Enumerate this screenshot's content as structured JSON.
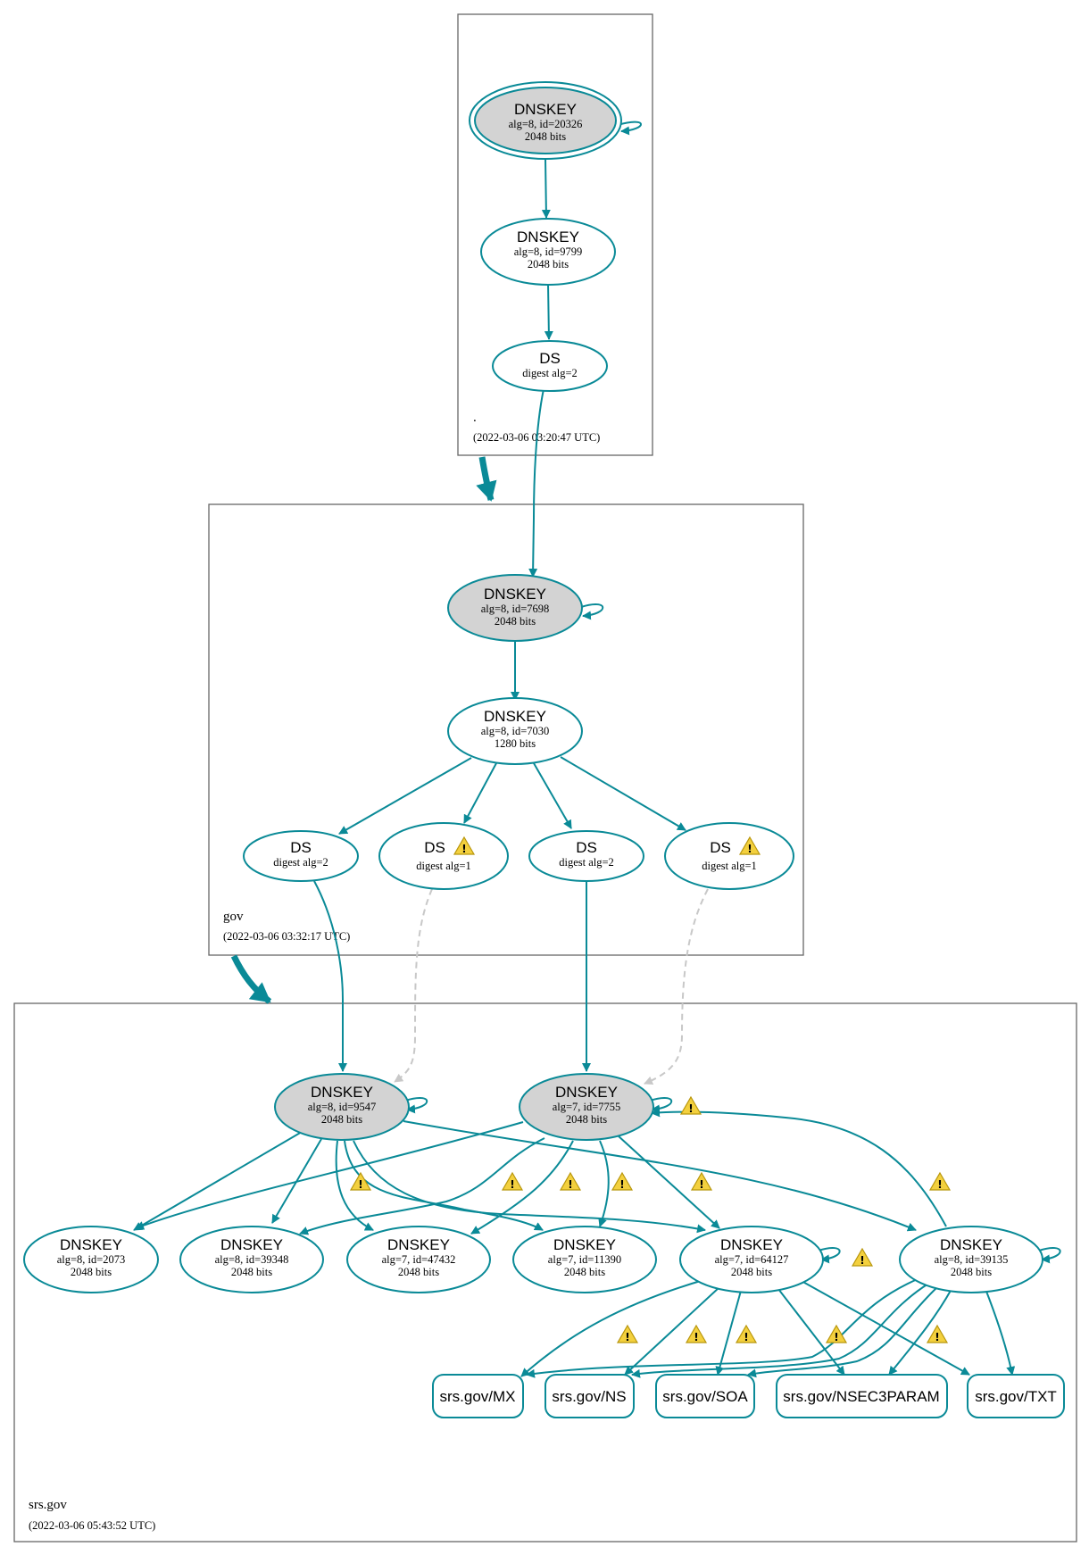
{
  "zones": [
    {
      "id": "root",
      "name": ".",
      "timestamp": "(2022-03-06 03:20:47 UTC)"
    },
    {
      "id": "gov",
      "name": "gov",
      "timestamp": "(2022-03-06 03:32:17 UTC)"
    },
    {
      "id": "srs",
      "name": "srs.gov",
      "timestamp": "(2022-03-06 05:43:52 UTC)"
    }
  ],
  "nodes": {
    "root_ksk": {
      "title": "DNSKEY",
      "line1": "alg=8, id=20326",
      "line2": "2048 bits",
      "sep": true,
      "trust_anchor": true
    },
    "root_zsk": {
      "title": "DNSKEY",
      "line1": "alg=8, id=9799",
      "line2": "2048 bits"
    },
    "root_ds": {
      "title": "DS",
      "line1": "digest alg=2"
    },
    "gov_ksk": {
      "title": "DNSKEY",
      "line1": "alg=8, id=7698",
      "line2": "2048 bits",
      "sep": true
    },
    "gov_zsk": {
      "title": "DNSKEY",
      "line1": "alg=8, id=7030",
      "line2": "1280 bits"
    },
    "gov_ds1": {
      "title": "DS",
      "line1": "digest alg=2"
    },
    "gov_ds2": {
      "title": "DS",
      "line1": "digest alg=1",
      "warning": true
    },
    "gov_ds3": {
      "title": "DS",
      "line1": "digest alg=2"
    },
    "gov_ds4": {
      "title": "DS",
      "line1": "digest alg=1",
      "warning": true
    },
    "srs_ksk1": {
      "title": "DNSKEY",
      "line1": "alg=8, id=9547",
      "line2": "2048 bits",
      "sep": true
    },
    "srs_ksk2": {
      "title": "DNSKEY",
      "line1": "alg=7, id=7755",
      "line2": "2048 bits",
      "sep": true
    },
    "srs_k2073": {
      "title": "DNSKEY",
      "line1": "alg=8, id=2073",
      "line2": "2048 bits"
    },
    "srs_k39348": {
      "title": "DNSKEY",
      "line1": "alg=8, id=39348",
      "line2": "2048 bits"
    },
    "srs_k47432": {
      "title": "DNSKEY",
      "line1": "alg=7, id=47432",
      "line2": "2048 bits"
    },
    "srs_k11390": {
      "title": "DNSKEY",
      "line1": "alg=7, id=11390",
      "line2": "2048 bits"
    },
    "srs_k64127": {
      "title": "DNSKEY",
      "line1": "alg=7, id=64127",
      "line2": "2048 bits"
    },
    "srs_k39135": {
      "title": "DNSKEY",
      "line1": "alg=8, id=39135",
      "line2": "2048 bits"
    }
  },
  "rrsets": {
    "mx": "srs.gov/MX",
    "ns": "srs.gov/NS",
    "soa": "srs.gov/SOA",
    "nsec3param": "srs.gov/NSEC3PARAM",
    "txt": "srs.gov/TXT"
  },
  "edges": [
    {
      "from": "root_ksk",
      "to": "root_zsk",
      "style": "signs"
    },
    {
      "from": "root_zsk",
      "to": "root_ds",
      "style": "signs"
    },
    {
      "from": "root_ds",
      "to": "gov_ksk",
      "style": "digest"
    },
    {
      "from": "gov_ksk",
      "to": "gov_zsk",
      "style": "signs"
    },
    {
      "from": "gov_zsk",
      "to": "gov_ds1",
      "style": "signs"
    },
    {
      "from": "gov_zsk",
      "to": "gov_ds2",
      "style": "signs"
    },
    {
      "from": "gov_zsk",
      "to": "gov_ds3",
      "style": "signs"
    },
    {
      "from": "gov_zsk",
      "to": "gov_ds4",
      "style": "signs"
    },
    {
      "from": "gov_ds1",
      "to": "srs_ksk1",
      "style": "digest"
    },
    {
      "from": "gov_ds2",
      "to": "srs_ksk1",
      "style": "digest-insecure"
    },
    {
      "from": "gov_ds3",
      "to": "srs_ksk2",
      "style": "digest"
    },
    {
      "from": "gov_ds4",
      "to": "srs_ksk2",
      "style": "digest-insecure"
    },
    {
      "from": "srs_k39135",
      "to": "srs_ksk2",
      "style": "signs",
      "warning": true
    },
    {
      "from": "srs_k64127",
      "to": "rrsets",
      "style": "signs",
      "warning": true
    }
  ],
  "colors": {
    "edge": "#0a8a97",
    "ksk_fill": "#d3d3d3",
    "insecure": "#c8c8c8",
    "warning": "#f3d03e"
  },
  "icons": {
    "warning": "warning-triangle-icon"
  }
}
